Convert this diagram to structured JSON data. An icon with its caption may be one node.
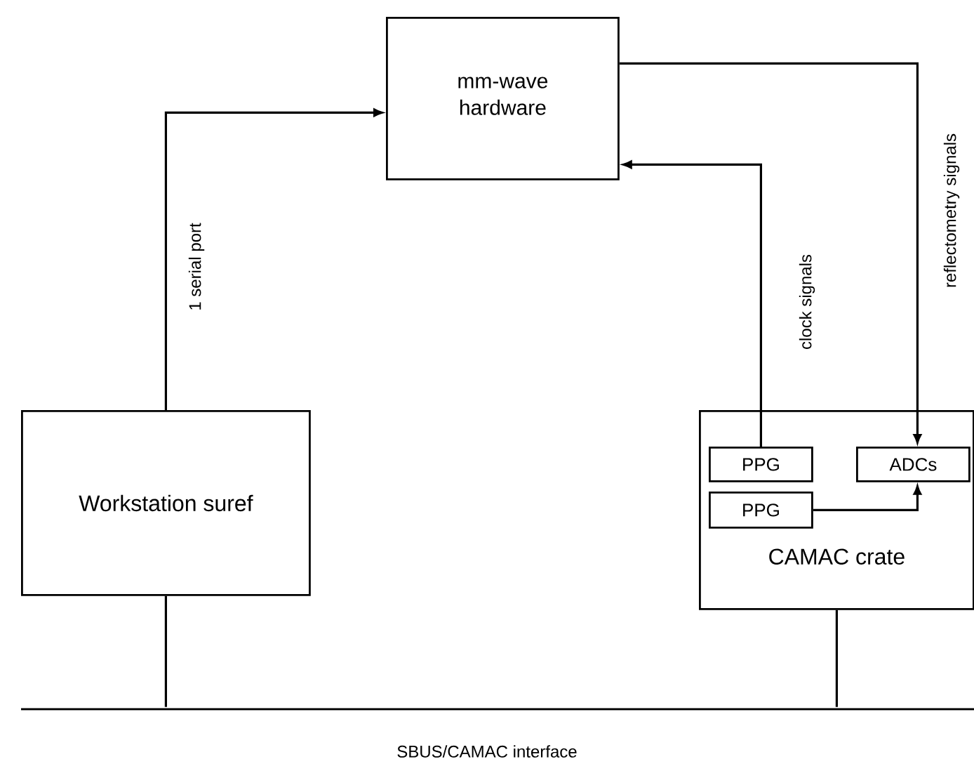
{
  "diagram": {
    "nodes": [
      {
        "text": [
          "mm-wave hardware"
        ]
      },
      {
        "text": [
          "Workstation suref"
        ]
      },
      {
        "text": [
          "CAMAC crate"
        ]
      },
      {
        "text": [
          "PPG"
        ],
        "in": 2
      },
      {
        "text": [
          "ADCs"
        ],
        "in": 2
      },
      {
        "text": [
          "PPG"
        ],
        "in": 2
      },
      {
        "text": [],
        "shape": "bar",
        "beside": [
          "SBUS/CAMAC interface"
        ]
      }
    ],
    "edges": [
      {
        "from": 1,
        "to": 0,
        "arrow": "to",
        "label": "1 serial port"
      },
      {
        "from": 3,
        "to": 0,
        "arrow": "to",
        "label": "clock signals"
      },
      {
        "from": 0,
        "to": 4,
        "arrow": "to",
        "label": "reflectometry signals"
      },
      {
        "from": 5,
        "to": 4,
        "arrow": "to"
      },
      {
        "from": 1,
        "to": 6,
        "arrow": "none"
      },
      {
        "from": 2,
        "to": 6,
        "arrow": "none"
      }
    ]
  }
}
